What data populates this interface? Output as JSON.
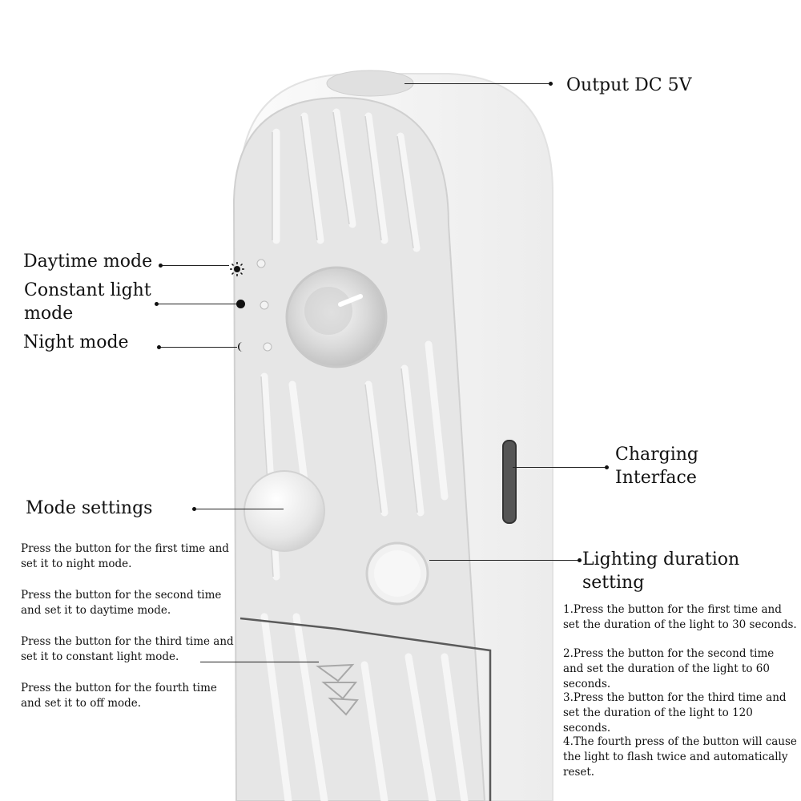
{
  "callouts": {
    "output": "Output DC 5V",
    "daytime": "Daytime mode",
    "constant_line1": "Constant light",
    "constant_line2": "mode",
    "night": "Night mode",
    "charging_line1": "Charging",
    "charging_line2": "Interface",
    "mode_settings": "Mode settings",
    "lighting_line1": "Lighting duration",
    "lighting_line2": "setting"
  },
  "mode_settings_steps": [
    "Press the button for the first time and set it to night mode.",
    "Press the button for the second time and set it to daytime mode.",
    "Press the button for the third time and set it to constant light mode.",
    "Press the button for the fourth time and set it to off mode."
  ],
  "lighting_duration_steps": [
    "1.Press the button for the first time and set the duration of the light to 30 seconds.",
    "2.Press the button for the second time and set the duration of the light to 60 seconds.",
    "3.Press the button for the third time and set  the duration of the light to 120 seconds.",
    "4.The fourth press of the button will cause the light to flash twice and automatically reset."
  ],
  "icons": {
    "daytime": "sun-icon",
    "constant": "filled-dot-icon",
    "night": "crescent-moon-icon"
  },
  "colors": {
    "background": "#ffffff",
    "device_body": "#f2f2f2",
    "device_front": "#e4e4e4",
    "text": "#111111"
  }
}
